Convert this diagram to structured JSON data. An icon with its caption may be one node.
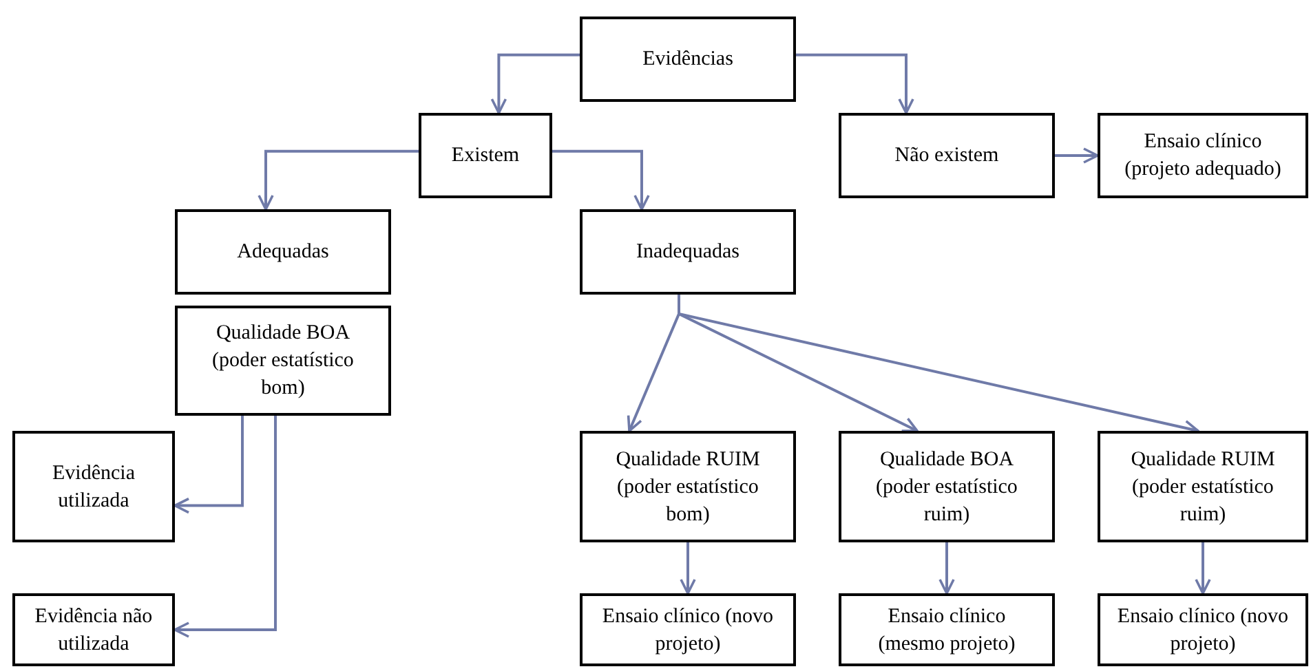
{
  "diagram": {
    "nodes": [
      {
        "text": [
          "Evidências"
        ]
      },
      {
        "text": [
          "Existem"
        ]
      },
      {
        "text": [
          "Não existem"
        ]
      },
      {
        "text": [
          "Ensaio clínico (projeto adequado)"
        ]
      },
      {
        "text": [
          "Adequadas"
        ]
      },
      {
        "text": [
          "Inadequadas"
        ]
      },
      {
        "text": [
          "Qualidade BOA (poder estatístico bom)"
        ]
      },
      {
        "text": [
          "Evidência utilizada"
        ]
      },
      {
        "text": [
          "Evidência não utilizada"
        ]
      },
      {
        "text": [
          "Qualidade RUIM (poder estatístico bom)"
        ]
      },
      {
        "text": [
          "Qualidade BOA (poder estatístico ruim)"
        ]
      },
      {
        "text": [
          "Qualidade RUIM (poder estatístico ruim)"
        ]
      },
      {
        "text": [
          "Ensaio clínico (novo projeto)"
        ]
      },
      {
        "text": [
          "Ensaio clínico (mesmo projeto)"
        ]
      },
      {
        "text": [
          "Ensaio clínico (novo projeto)"
        ]
      }
    ],
    "edges": [
      {
        "from": 0,
        "to": 1,
        "arrow": "to"
      },
      {
        "from": 0,
        "to": 2,
        "arrow": "to"
      },
      {
        "from": 1,
        "to": 4,
        "arrow": "to"
      },
      {
        "from": 1,
        "to": 5,
        "arrow": "to"
      },
      {
        "from": 2,
        "to": 3,
        "arrow": "to"
      },
      {
        "from": 5,
        "to": 9,
        "arrow": "to"
      },
      {
        "from": 5,
        "to": 10,
        "arrow": "to"
      },
      {
        "from": 5,
        "to": 11,
        "arrow": "to"
      },
      {
        "from": 6,
        "to": 7,
        "arrow": "to"
      },
      {
        "from": 6,
        "to": 8,
        "arrow": "to"
      },
      {
        "from": 9,
        "to": 12,
        "arrow": "to"
      },
      {
        "from": 10,
        "to": 13,
        "arrow": "to"
      },
      {
        "from": 11,
        "to": 14,
        "arrow": "to"
      }
    ]
  }
}
